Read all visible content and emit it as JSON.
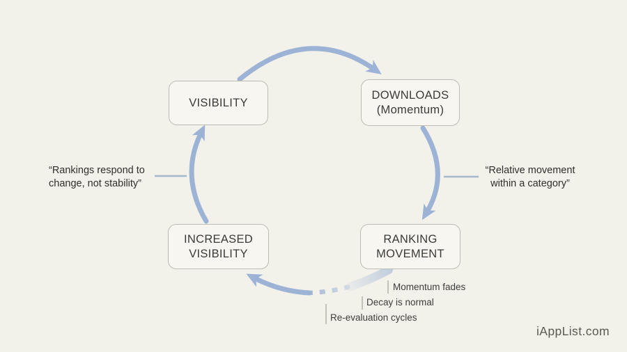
{
  "cycle": {
    "nodes": {
      "visibility": {
        "line1": "VISIBILITY"
      },
      "downloads": {
        "line1": "DOWNLOADS",
        "line2": "(Momentum)"
      },
      "ranking_movement": {
        "line1": "RANKING",
        "line2": "MOVEMENT"
      },
      "increased_visibility": {
        "line1": "INCREASED",
        "line2": "VISIBILITY"
      }
    },
    "annotations": {
      "left": {
        "line1": "“Rankings respond to",
        "line2": "change, not stability”"
      },
      "right": {
        "line1": "“Relative movement",
        "line2": "within a category”"
      }
    },
    "decay_notes": {
      "note1": "Momentum fades",
      "note2": "Decay is normal",
      "note3": "Re-evaluation cycles"
    }
  },
  "watermark": "iAppList.com",
  "colors": {
    "background": "#f2f1ea",
    "arrow": "#9db3d5",
    "box_fill": "#f7f6f0",
    "box_border": "#bdbcb2",
    "text": "#3a3a38",
    "connector_line": "#a6b8cc",
    "tick": "#b5b5ad",
    "watermark_text": "#5a5a52"
  }
}
